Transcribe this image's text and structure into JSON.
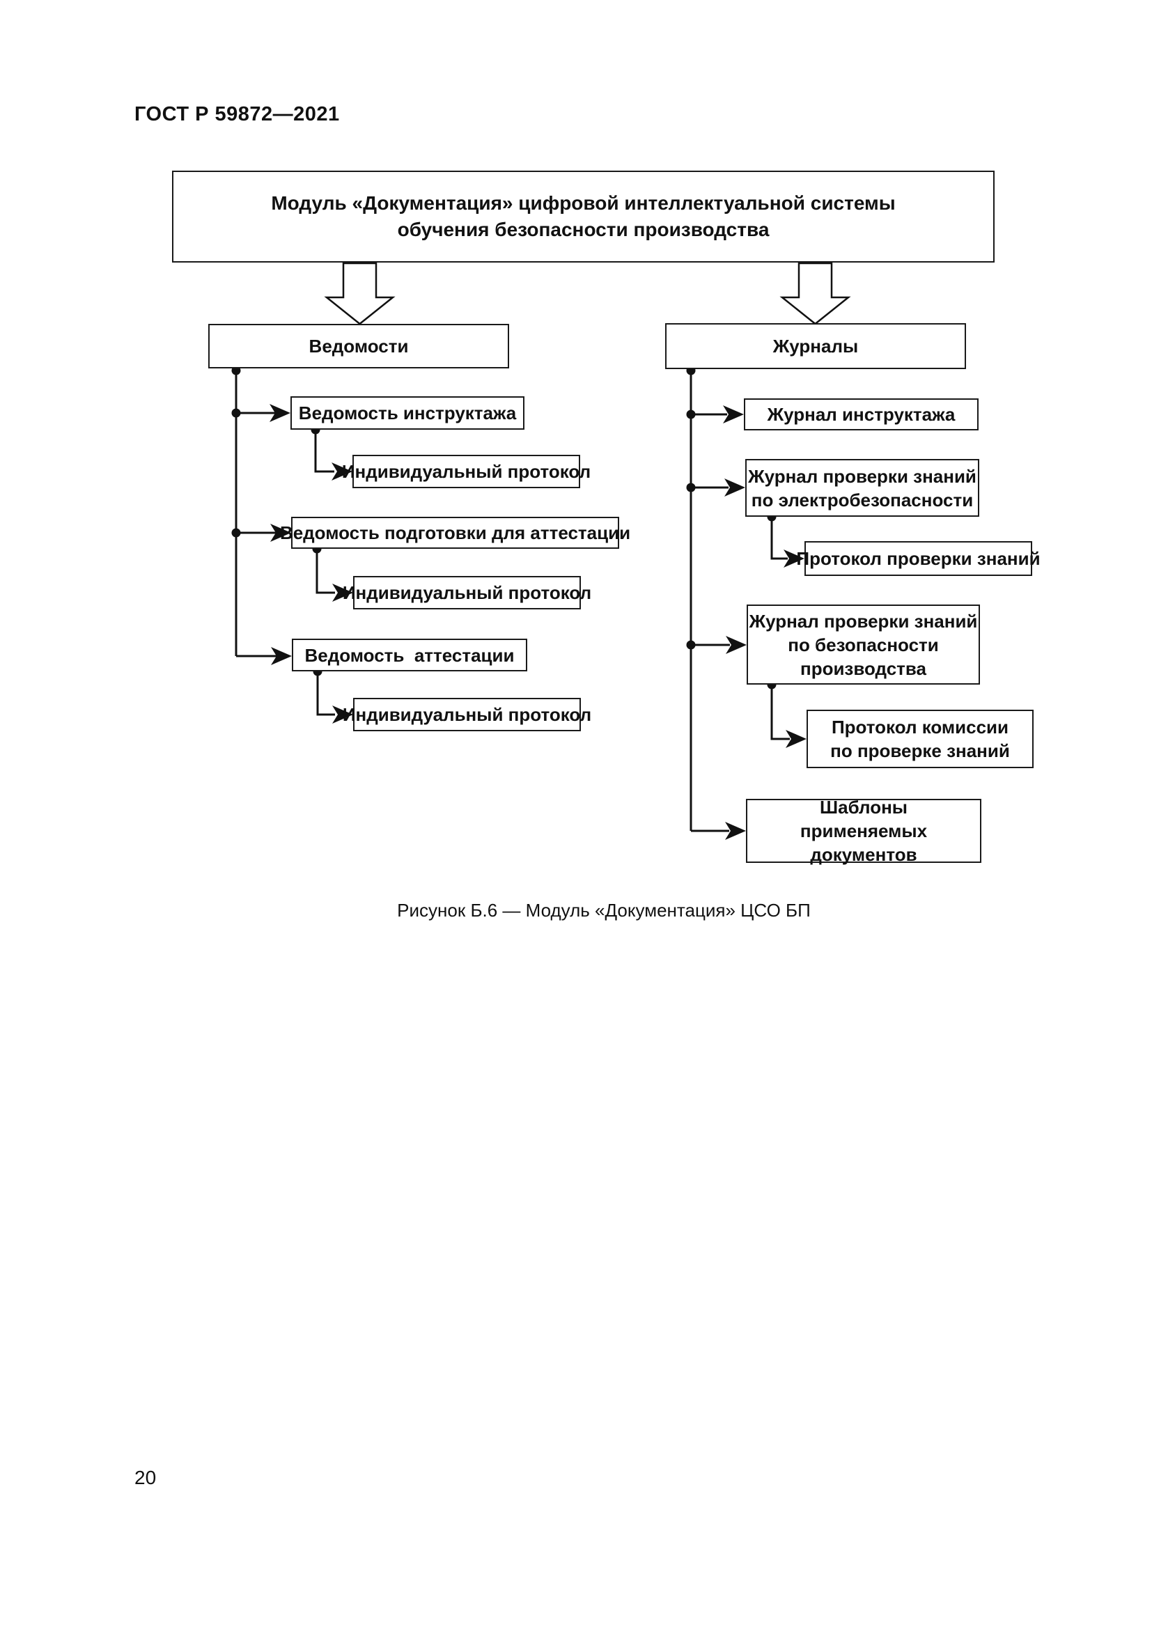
{
  "page": {
    "header": "ГОСТ Р 59872—2021",
    "page_number": "20",
    "caption": "Рисунок Б.6 — Модуль «Документация» ЦСО БП"
  },
  "diagram": {
    "root": {
      "label": "Модуль «Документация» цифровой интеллектуальной системы\nобучения безопасности производства"
    },
    "left": {
      "title": "Ведомости",
      "children": [
        {
          "label": "Ведомость инструктажа",
          "child": "Индивидуальный протокол"
        },
        {
          "label": "Ведомость подготовки для аттестации",
          "child": "Индивидуальный протокол"
        },
        {
          "label": "Ведомость  аттестации",
          "child": "Индивидуальный протокол"
        }
      ]
    },
    "right": {
      "title": "Журналы",
      "children": [
        {
          "label": "Журнал инструктажа"
        },
        {
          "label": "Журнал проверки знаний\nпо электробезопасности",
          "child": "Протокол проверки знаний"
        },
        {
          "label": "Журнал проверки знаний\nпо безопасности\nпроизводства",
          "child": "Протокол комиссии\nпо проверке знаний"
        },
        {
          "label": "Шаблоны\nприменяемых документов"
        }
      ]
    }
  }
}
